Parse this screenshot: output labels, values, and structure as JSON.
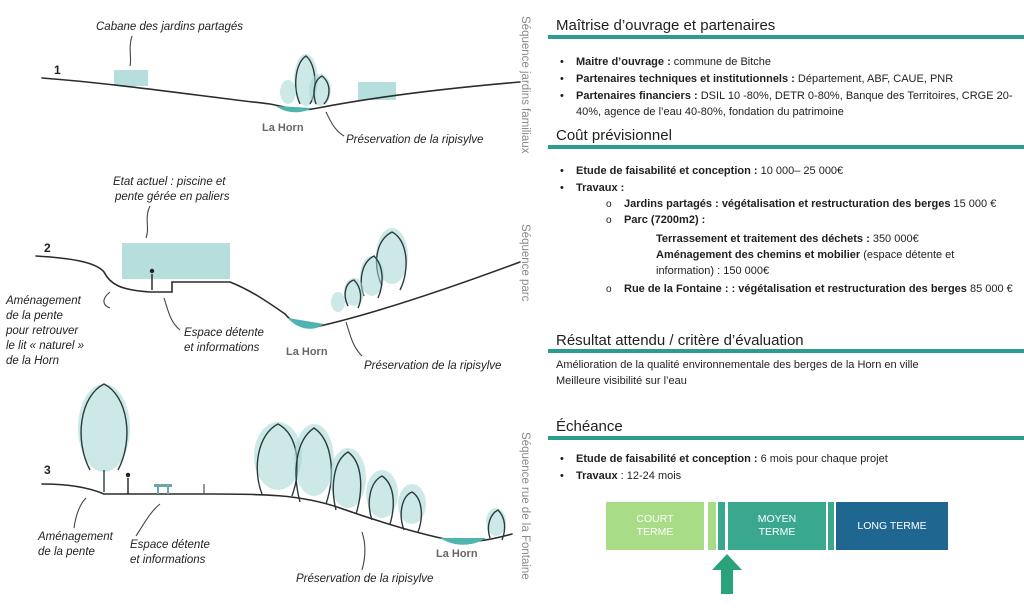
{
  "illustration": {
    "section1": {
      "number": "1",
      "label_cabane": "Cabane des jardins partagés",
      "river": "La Horn",
      "label_ripisylve": "Préservation de la ripisylve",
      "vertical_label": "Séquence jardins familiaux"
    },
    "section2": {
      "number": "2",
      "label_etat_1": "Etat actuel : piscine et",
      "label_etat_2": "pente gérée en paliers",
      "label_amenagement": [
        "Aménagement",
        "de la pente",
        "pour retrouver",
        "le lit « naturel »",
        "de la Horn"
      ],
      "label_espace_1": "Espace détente",
      "label_espace_2": "et informations",
      "river": "La Horn",
      "label_ripisylve": "Préservation de la ripisylve",
      "vertical_label": "Séquence parc"
    },
    "section3": {
      "number": "3",
      "label_amenagement_1": "Aménagement",
      "label_amenagement_2": "de la pente",
      "label_espace_1": "Espace détente",
      "label_espace_2": "et informations",
      "river": "La Horn",
      "label_ripisylve": "Préservation de la ripisylve",
      "vertical_label": "Séquence rue de la Fontaine"
    }
  },
  "panel": {
    "accent_color": "#2a9d8f",
    "maitrise": {
      "title": "Maîtrise d’ouvrage et partenaires",
      "items": [
        {
          "bold": "Maitre d’ouvrage :",
          "text": " commune de Bitche"
        },
        {
          "bold": "Partenaires techniques et institutionnels :",
          "text": " Département, ABF, CAUE, PNR"
        },
        {
          "bold": "Partenaires  financiers :",
          "text": " DSIL 10 -80%, DETR 0-80%, Banque des Territoires, CRGE 20-"
        },
        {
          "bold": "",
          "text": "40%, agence de l’eau 40-80%, fondation du patrimoine"
        }
      ]
    },
    "cout": {
      "title": "Coût prévisionnel",
      "etude_bold": "Etude de faisabilité et conception :",
      "etude_text": " 10 000– 25 000€",
      "travaux": "Travaux :",
      "jardins_bold": "Jardins partagés : végétalisation et restructuration des berges",
      "jardins_text": " 15 000 €",
      "parc": "Parc (7200m2) :",
      "terrassement_bold": "Terrassement et traitement des déchets :",
      "terrassement_text": " 350 000€",
      "chemins_bold": "Aménagement des chemins et mobilier",
      "chemins_text": " (espace détente et",
      "chemins_text2": "information) :  150 000€",
      "fontaine_bold": "Rue de la Fontaine : : végétalisation et restructuration des berges",
      "fontaine_text": " 85 000 €"
    },
    "resultat": {
      "title": "Résultat attendu / critère d’évaluation",
      "line1": "Amélioration de la qualité environnementale des berges de la Horn en ville",
      "line2": "Meilleure visibilité sur l’eau"
    },
    "echeance": {
      "title": "Échéance",
      "etude_bold": "Etude de faisabilité et conception :",
      "etude_text": " 6 mois pour chaque projet",
      "travaux_bold": "Travaux",
      "travaux_text": " : 12-24 mois"
    },
    "timeline": {
      "court": [
        "COURT",
        "TERME"
      ],
      "moyen": [
        "MOYEN",
        "TERME"
      ],
      "long": "LONG TERME",
      "colors": {
        "court": "#a8dc86",
        "moyen": "#3aa88e",
        "long": "#1f6690"
      },
      "marker_color": "#2aa37a"
    }
  }
}
